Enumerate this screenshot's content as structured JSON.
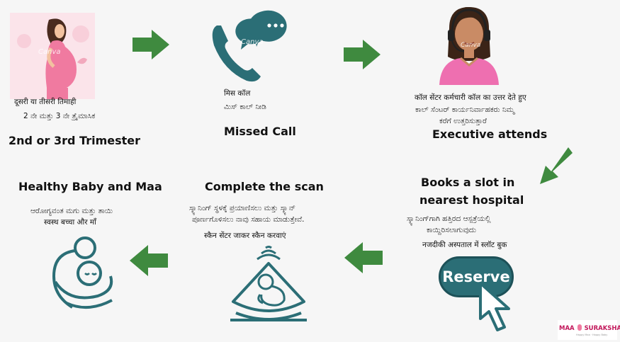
{
  "colors": {
    "background": "#f6f6f6",
    "arrow_green": "#3f8a3f",
    "teal": "#2b6e76",
    "pink": "#f07aa0",
    "brand_pink": "#c2185b"
  },
  "steps": [
    {
      "title": "2nd or 3rd Trimester",
      "hindi": "दूसरी या तीसरी तिमाही",
      "kannada": "2 ನೇ ಮತ್ತು 3 ನೇ ತ್ರೈಮಾಸಿಕ",
      "watermark": "Canva",
      "icon": "pregnant-woman-icon"
    },
    {
      "title": "Missed Call",
      "hindi": "मिस कॉल",
      "kannada": "ಮಿಸ್ ಕಾಲ್ ನೀಡಿ",
      "watermark": "Canva",
      "icon": "phone-call-icon"
    },
    {
      "title": "Executive attends",
      "hindi": "कॉल सेंटर कर्मचारी कॉल का उत्तर देते हुए",
      "kannada_line1": "ಕಾಲ್ ಸೆಂಟರ್ ಕಾರ್ಯನಿರ್ವಾಹಕರು ನಿಮ್ಮ",
      "kannada_line2": "ಕರೆಗೆ ಉತ್ತರಿಸುತ್ತಾರೆ",
      "watermark": "Canva",
      "icon": "call-center-agent-icon"
    },
    {
      "title_line1": "Books a slot in",
      "title_line2": "nearest hospital",
      "kannada_line1": "ಸ್ಕ್ಯಾನಿಂಗ್‌ಗಾಗಿ ಹತ್ತಿರದ ಆಸ್ಪತ್ರೆಯಲ್ಲಿ",
      "kannada_line2": "ಕಾಯ್ದಿರಿಸಲಾಗುವುದು",
      "hindi": "नजदीकी अस्पताल में स्लॉट बुक",
      "button_label": "Reserve",
      "icon": "reserve-cursor-icon"
    },
    {
      "title": "Complete the scan",
      "kannada_line1": "ಸ್ಕ್ಯಾನಿಂಗ್ ಸ್ಥಳಕ್ಕೆ ಪ್ರಯಾಣಿಸಲು ಮತ್ತು ಸ್ಕ್ಯಾನ್",
      "kannada_line2": "ಪೂರ್ಣಗೊಳಿಸಲು ನಾವು ಸಹಾಯ ಮಾಡುತ್ತೇವೆ.",
      "hindi": "स्कैन सेंटर जाकर स्कैन करवाएं",
      "icon": "ultrasound-baby-icon"
    },
    {
      "title": "Healthy Baby and Maa",
      "kannada": "ಆರೋಗ್ಯವಂತ ಮಗು ಮತ್ತು ತಾಯಿ",
      "hindi": "स्वस्थ बच्चा और माँ",
      "icon": "mother-baby-icon"
    }
  ],
  "logo": {
    "text_left": "MAA",
    "text_right": "SURAKSHA",
    "tagline": "Happy Maa · Happy Baby"
  }
}
